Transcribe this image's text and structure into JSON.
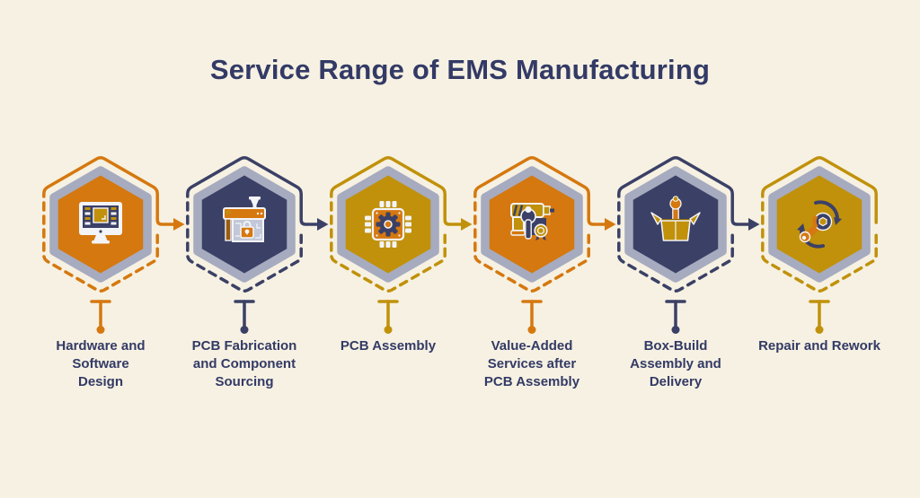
{
  "title": "Service Range of EMS Manufacturing",
  "colors": {
    "background": "#f6f1e2",
    "ring": "#a6abbf",
    "text": "#333a66",
    "orange": "#d5780f",
    "navy": "#3b4066",
    "gold": "#c1910b"
  },
  "steps": [
    {
      "label": "Hardware and\nSoftware\nDesign",
      "color": "#d5780f",
      "icon": "monitor-chip-icon"
    },
    {
      "label": "PCB Fabrication\nand Component\nSourcing",
      "color": "#3b4066",
      "icon": "pcb-machine-icon"
    },
    {
      "label": "PCB Assembly",
      "color": "#c1910b",
      "icon": "chip-gear-icon"
    },
    {
      "label": "Value-Added\nServices after\nPCB Assembly",
      "color": "#d5780f",
      "icon": "drill-wrench-badge-icon"
    },
    {
      "label": "Box-Build\nAssembly and\nDelivery",
      "color": "#3b4066",
      "icon": "box-wrench-icon"
    },
    {
      "label": "Repair and Rework",
      "color": "#c1910b",
      "icon": "repair-wrench-icon"
    }
  ]
}
